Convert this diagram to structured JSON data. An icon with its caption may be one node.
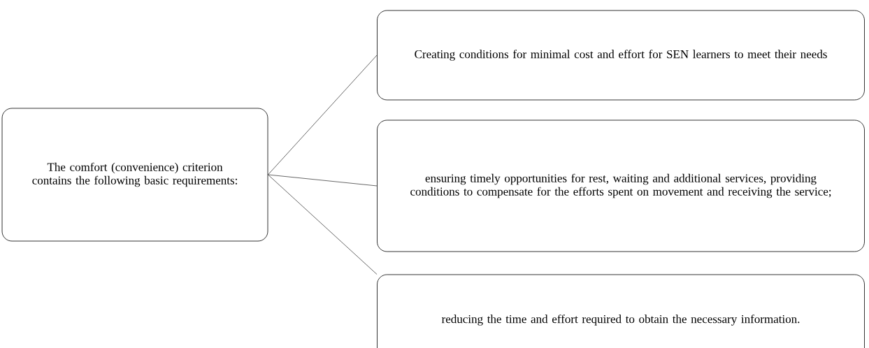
{
  "diagram": {
    "nodes": [
      {
        "text": [
          "The comfort (convenience) criterion contains the following basic requirements:"
        ]
      },
      {
        "text": [
          "Creating conditions for minimal cost and effort for SEN learners to meet their needs"
        ]
      },
      {
        "text": [
          "ensuring timely opportunities for rest, waiting and additional services, providing conditions to compensate for the efforts spent on movement and receiving the service;"
        ]
      },
      {
        "text": [
          "reducing the time and effort required to obtain the necessary information."
        ]
      }
    ],
    "edges": [
      {
        "from": 0,
        "to": 1,
        "arrow": "none"
      },
      {
        "from": 0,
        "to": 2,
        "arrow": "none"
      },
      {
        "from": 0,
        "to": 3,
        "arrow": "none"
      }
    ]
  }
}
